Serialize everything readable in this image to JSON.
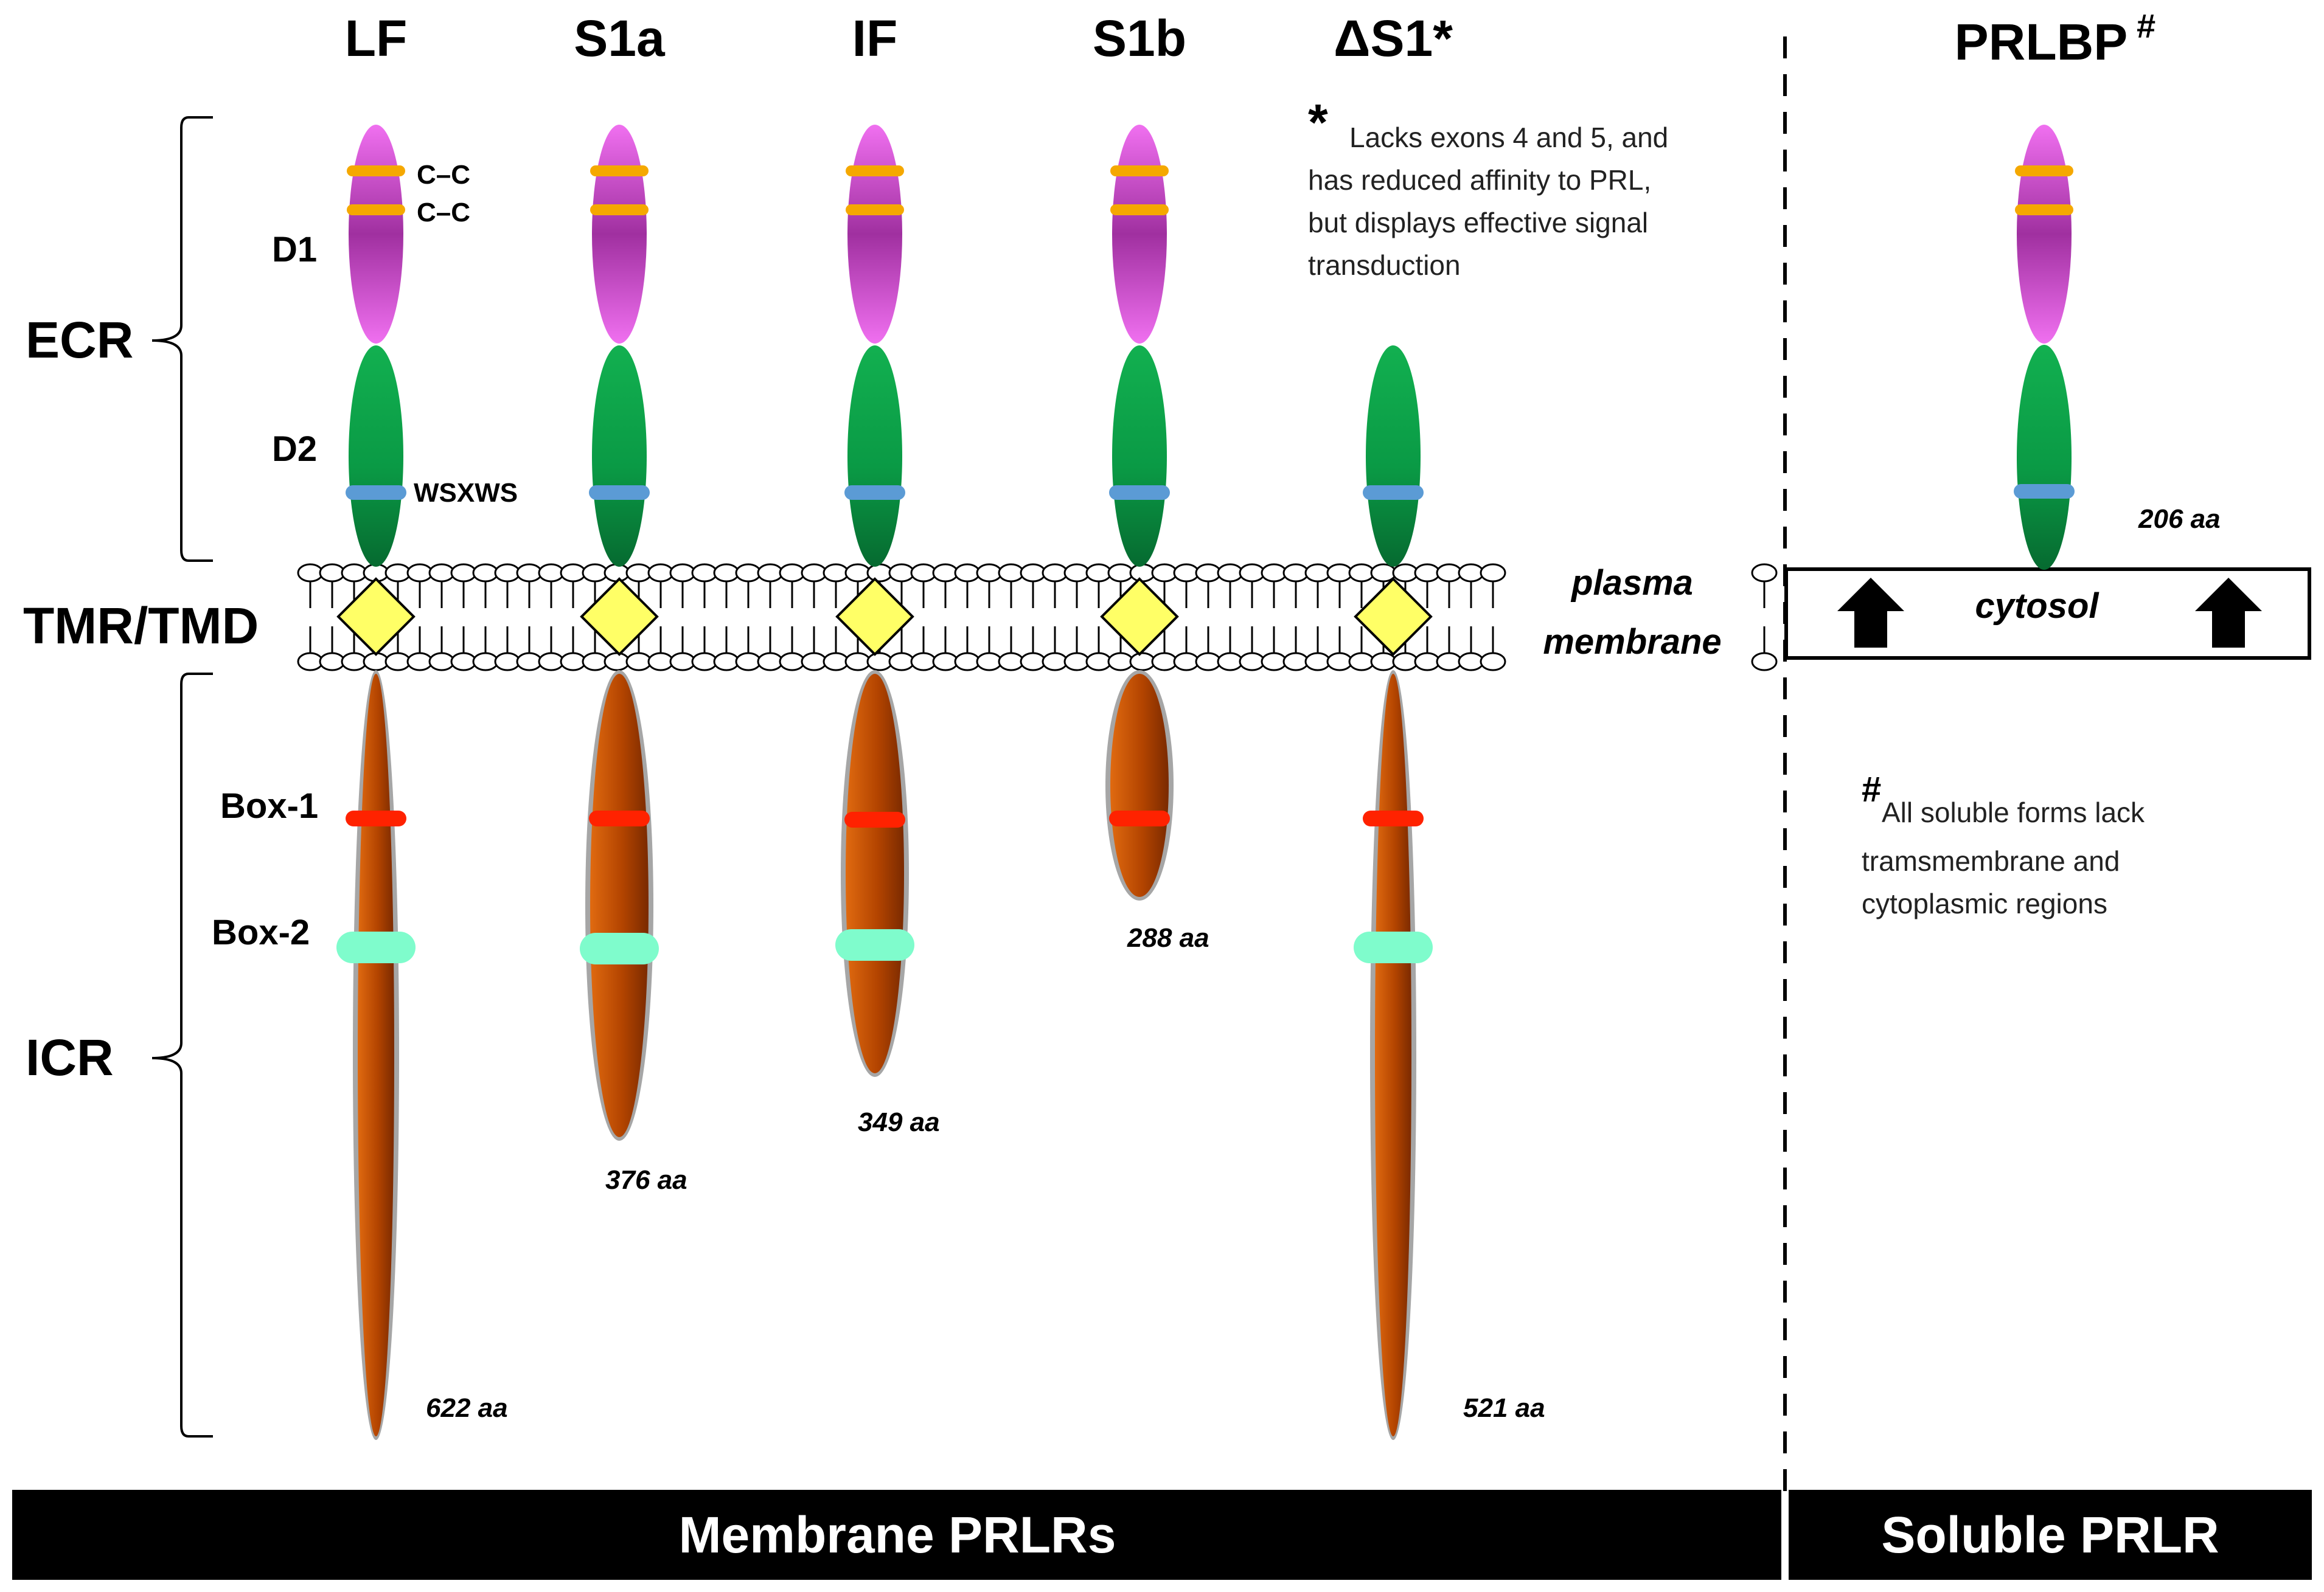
{
  "isoforms": [
    {
      "id": "LF",
      "name": "LF",
      "aa": "622 aa",
      "has_d1": true,
      "has_box2": true
    },
    {
      "id": "S1a",
      "name": "S1a",
      "aa": "376 aa",
      "has_d1": true,
      "has_box2": true
    },
    {
      "id": "IF",
      "name": "IF",
      "aa": "349 aa",
      "has_d1": true,
      "has_box2": true
    },
    {
      "id": "S1b",
      "name": "S1b",
      "aa": "288 aa",
      "has_d1": true,
      "has_box2": false
    },
    {
      "id": "dS1",
      "name": "ΔS1*",
      "aa": "521 aa",
      "has_d1": false,
      "has_box2": true
    }
  ],
  "soluble": {
    "name": "PRLBP",
    "mark": "#",
    "aa": "206 aa"
  },
  "region_labels": {
    "ecr": "ECR",
    "tmr": "TMR/TMD",
    "icr": "ICR"
  },
  "domain_labels": {
    "d1": "D1",
    "d2": "D2",
    "cc1": "C–C",
    "cc2": "C–C",
    "wsxws": "WSXWS",
    "box1": "Box-1",
    "box2": "Box-2"
  },
  "membrane_label": {
    "line1": "plasma",
    "line2": "membrane"
  },
  "cytosol_label": "cytosol",
  "notes": {
    "star_symbol": "*",
    "star_lines": [
      "Lacks exons 4 and 5, and",
      "has reduced affinity to PRL,",
      "but displays effective signal",
      "transduction"
    ],
    "hash_symbol": "#",
    "hash_lines": [
      "All soluble forms lack",
      "tramsmembrane  and",
      "cytoplasmic regions"
    ]
  },
  "footer": {
    "membrane": "Membrane PRLRs",
    "soluble": "Soluble PRLR"
  },
  "colors": {
    "d1": "#e060e0",
    "d2": "#0aa04a",
    "cc": "#f5a800",
    "wsxws": "#5b9bd5",
    "icr": "#b34400",
    "icr_rim": "#a6a6a6",
    "tmd": "#ffff66",
    "box1": "#ff2200",
    "box2": "#7ffccc"
  }
}
